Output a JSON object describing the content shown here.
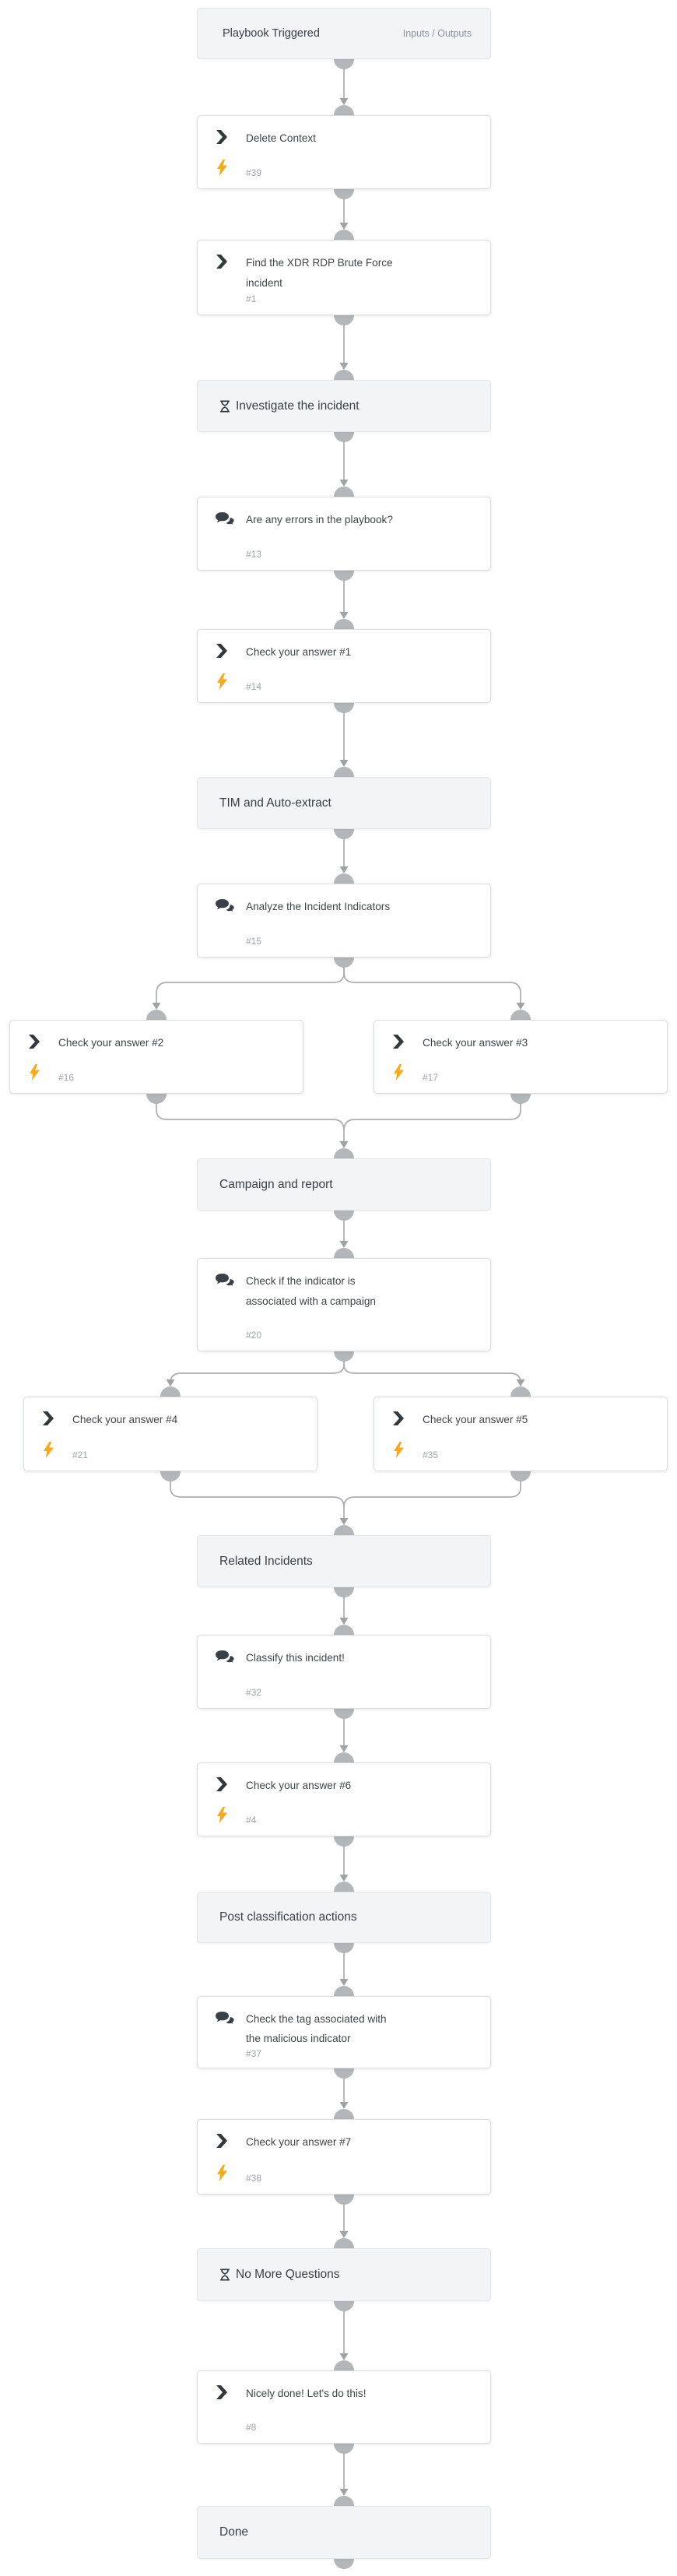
{
  "app": {
    "name": "Playbook workflow",
    "colors": {
      "node_border": "#D9DDE0",
      "section_bg": "#F2F4F5",
      "title_text": "#3F4549",
      "muted_text": "#9DA3A8",
      "connector_line": "#ABAEB1",
      "connector_dome": "#B4B7BA",
      "arrowhead": "#9FA3A6",
      "bolt_orange": "#F7A81B",
      "icon_dark": "#3A4045"
    }
  },
  "nodes": [
    {
      "type": "start",
      "title": "Playbook Triggered",
      "link_label": "Inputs / Outputs"
    },
    {
      "type": "task",
      "icon": "automation-icon",
      "badge_icon": "quiet-mode-icon",
      "title": "Delete Context",
      "number": "#39"
    },
    {
      "type": "task",
      "icon": "automation-icon",
      "title": "Find the XDR RDP Brute Force incident",
      "number": "#1"
    },
    {
      "type": "section",
      "icon": "timer-icon",
      "title": "Investigate the incident"
    },
    {
      "type": "ask",
      "icon": "ask-task-icon",
      "title": "Are any errors in the playbook?",
      "number": "#13"
    },
    {
      "type": "task",
      "icon": "automation-icon",
      "badge_icon": "quiet-mode-icon",
      "title": "Check your answer #1",
      "number": "#14"
    },
    {
      "type": "section",
      "title": "TIM and Auto-extract"
    },
    {
      "type": "ask",
      "icon": "ask-task-icon",
      "title": "Analyze the Incident Indicators",
      "number": "#15"
    },
    {
      "type": "task",
      "icon": "automation-icon",
      "badge_icon": "quiet-mode-icon",
      "title": "Check your answer #2",
      "number": "#16"
    },
    {
      "type": "task",
      "icon": "automation-icon",
      "badge_icon": "quiet-mode-icon",
      "title": "Check your answer #3",
      "number": "#17"
    },
    {
      "type": "section",
      "title": "Campaign and report"
    },
    {
      "type": "ask",
      "icon": "ask-task-icon",
      "title": "Check if the indicator is associated with a campaign",
      "number": "#20"
    },
    {
      "type": "task",
      "icon": "automation-icon",
      "badge_icon": "quiet-mode-icon",
      "title": "Check your answer #4",
      "number": "#21"
    },
    {
      "type": "task",
      "icon": "automation-icon",
      "badge_icon": "quiet-mode-icon",
      "title": "Check your answer #5",
      "number": "#35"
    },
    {
      "type": "section",
      "title": "Related Incidents"
    },
    {
      "type": "ask",
      "icon": "ask-task-icon",
      "title": "Classify this incident!",
      "number": "#32"
    },
    {
      "type": "task",
      "icon": "automation-icon",
      "badge_icon": "quiet-mode-icon",
      "title": "Check your answer #6",
      "number": "#4"
    },
    {
      "type": "section",
      "title": "Post classification actions"
    },
    {
      "type": "ask",
      "icon": "ask-task-icon",
      "title": "Check the tag associated with the malicious indicator",
      "number": "#37"
    },
    {
      "type": "task",
      "icon": "automation-icon",
      "badge_icon": "quiet-mode-icon",
      "title": "Check your answer #7",
      "number": "#38"
    },
    {
      "type": "section",
      "icon": "timer-icon",
      "title": "No More Questions"
    },
    {
      "type": "task",
      "icon": "automation-icon",
      "title": "Nicely done! Let's do this!",
      "number": "#8"
    },
    {
      "type": "section",
      "title": "Done"
    }
  ]
}
